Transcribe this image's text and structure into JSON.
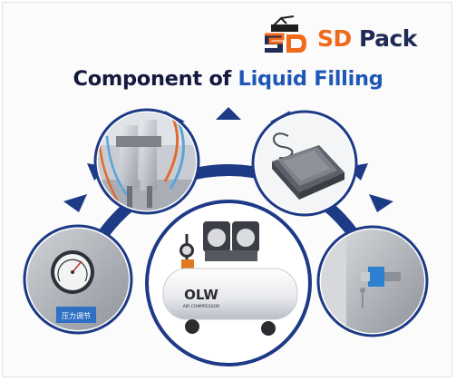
{
  "brand": {
    "logo_letters": "SD",
    "name_prefix": "SD",
    "name_suffix": " Pack"
  },
  "title": {
    "part1": "Component of ",
    "part2": "Liquid Filling"
  },
  "components": [
    {
      "name": "cylinder-and-nozzles",
      "icon": "pneumatic-cylinder-icon"
    },
    {
      "name": "foot-pedal",
      "icon": "foot-pedal-icon"
    },
    {
      "name": "pressure-gauge",
      "icon": "pressure-gauge-icon",
      "label_text": "压力调节"
    },
    {
      "name": "air-compressor",
      "icon": "air-compressor-icon",
      "logo_text": "OLW",
      "sub_text": "AIR COMPRESSOR"
    },
    {
      "name": "valve-fitting",
      "icon": "valve-fitting-icon"
    }
  ],
  "colors": {
    "navy": "#1d3a86",
    "orange": "#ef6a1a",
    "title_dark": "#15193f",
    "title_blue": "#1f57b7"
  }
}
